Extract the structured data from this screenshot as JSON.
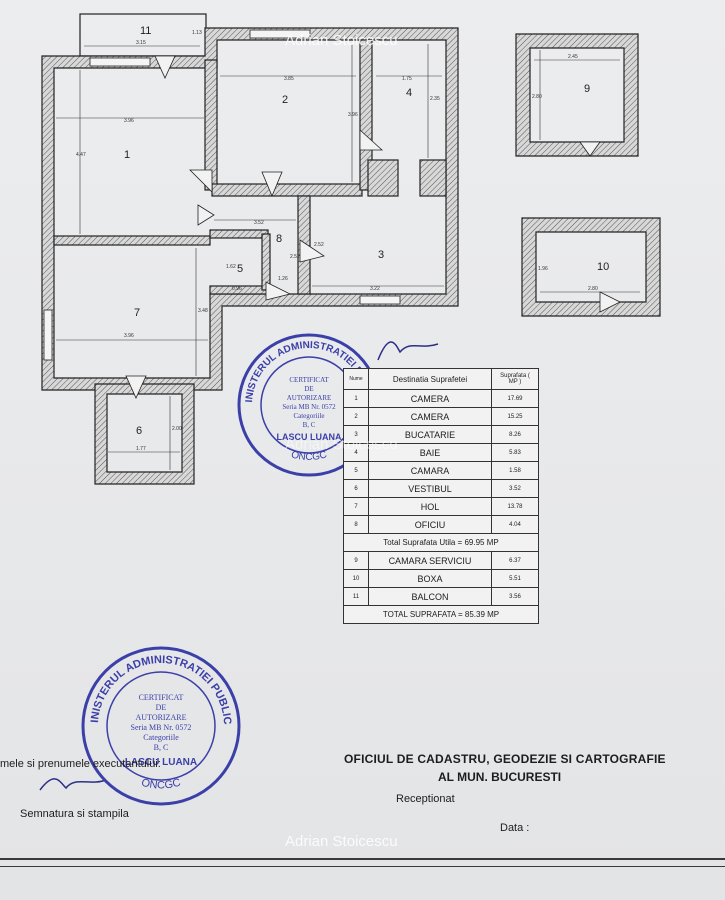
{
  "watermark": "Adrian Stoicescu",
  "plan": {
    "rooms": [
      {
        "num": "1",
        "dims": [
          "3.96",
          "4.47"
        ]
      },
      {
        "num": "2",
        "dims": [
          "3.85",
          "3.96"
        ]
      },
      {
        "num": "3",
        "dims": [
          "3.22",
          "2.52"
        ]
      },
      {
        "num": "4",
        "dims": [
          "1.75",
          "2.35"
        ]
      },
      {
        "num": "5",
        "dims": [
          "1.62",
          "0.96"
        ]
      },
      {
        "num": "6",
        "dims": [
          "1.77",
          "2.00"
        ]
      },
      {
        "num": "7",
        "dims": [
          "3.96",
          "3.48"
        ]
      },
      {
        "num": "8",
        "dims": [
          "3.52",
          "1.26",
          "2.52"
        ]
      },
      {
        "num": "9",
        "dims": [
          "2.45",
          "2.80"
        ]
      },
      {
        "num": "10",
        "dims": [
          "2.80",
          "1.96"
        ]
      },
      {
        "num": "11",
        "dims": [
          "3.15",
          "1.13"
        ]
      }
    ]
  },
  "table": {
    "headers": {
      "nr": "Nume",
      "dest": "Destinatia Suprafetei",
      "val": "Suprafata ( MP )"
    },
    "rows": [
      {
        "nr": "1",
        "name": "CAMERA",
        "val": "17.69"
      },
      {
        "nr": "2",
        "name": "CAMERA",
        "val": "15.25"
      },
      {
        "nr": "3",
        "name": "BUCATARIE",
        "val": "8.26"
      },
      {
        "nr": "4",
        "name": "BAIE",
        "val": "5.83"
      },
      {
        "nr": "5",
        "name": "CAMARA",
        "val": "1.58"
      },
      {
        "nr": "6",
        "name": "VESTIBUL",
        "val": "3.52"
      },
      {
        "nr": "7",
        "name": "HOL",
        "val": "13.78"
      },
      {
        "nr": "8",
        "name": "OFICIU",
        "val": "4.04"
      }
    ],
    "total_util": "Total Suprafata Utila = 69.95 MP",
    "rows2": [
      {
        "nr": "9",
        "name": "CAMARA SERVICIU",
        "val": "6.37"
      },
      {
        "nr": "10",
        "name": "BOXA",
        "val": "5.51"
      },
      {
        "nr": "11",
        "name": "BALCON",
        "val": "3.56"
      }
    ],
    "total": "TOTAL SUPRAFATA = 85.39 MP"
  },
  "stamp": {
    "ring": "MINISTERUL ADMINISTRATIEI PUBLICE",
    "bottom": "ONCGC",
    "lines": [
      "CERTIFICAT",
      "DE",
      "AUTORIZARE",
      "Seria MB Nr. 0572",
      "Categoriile",
      "B, C"
    ],
    "name": "LASCU LUANA"
  },
  "footer": {
    "office_line1": "OFICIUL DE CADASTRU, GEODEZIE SI CARTOGRAFIE",
    "office_line2": "AL MUN. BUCURESTI",
    "receptionat": "Receptionat",
    "data": "Data :",
    "numele": "mele si prenumele executantului:",
    "semnatura": "Semnatura si stampila"
  },
  "colors": {
    "ink": "#1d1d1f",
    "stamp": "#3b3fa8",
    "paper": "#e9eaeb"
  }
}
